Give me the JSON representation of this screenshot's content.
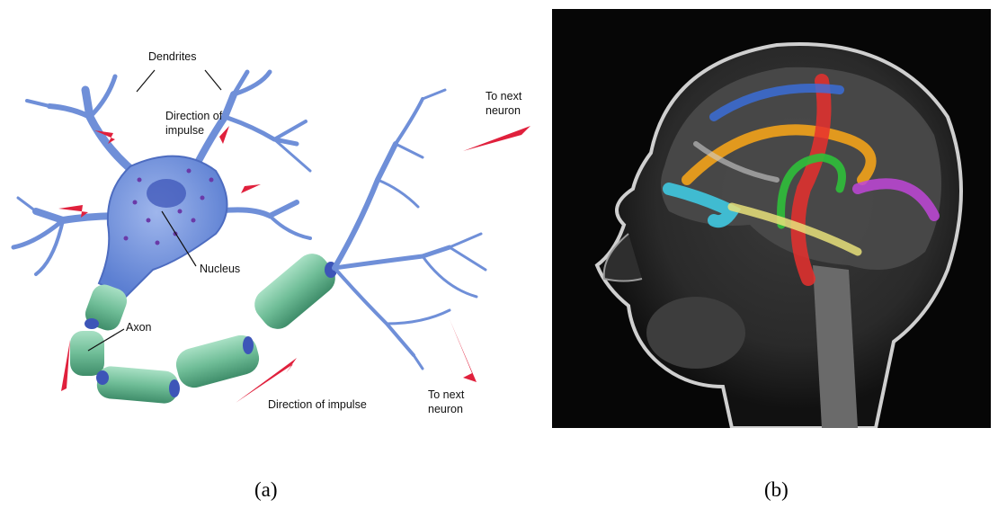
{
  "panel_a": {
    "labels": {
      "dendrites": "Dendrites",
      "direction_top_1": "Direction of",
      "direction_top_2": "impulse",
      "to_next_top_1": "To next",
      "to_next_top_2": "neuron",
      "nucleus": "Nucleus",
      "axon": "Axon",
      "direction_bottom": "Direction of impulse",
      "to_next_bottom_1": "To next",
      "to_next_bottom_2": "neuron"
    },
    "colors": {
      "neuron": "#6f8fd8",
      "myelin": "#79c4a0",
      "arrow": "#e0203c",
      "node": "#3d55b8"
    }
  },
  "panel_b": {
    "colors": {
      "orange": "#f2a21a",
      "red": "#e8302e",
      "green": "#2fbf3a",
      "cyan": "#3fc8e0",
      "magenta": "#c046d8",
      "blue": "#3a6fe0",
      "yellow": "#e8e07a"
    }
  },
  "captions": {
    "a": "(a)",
    "b": "(b)"
  }
}
